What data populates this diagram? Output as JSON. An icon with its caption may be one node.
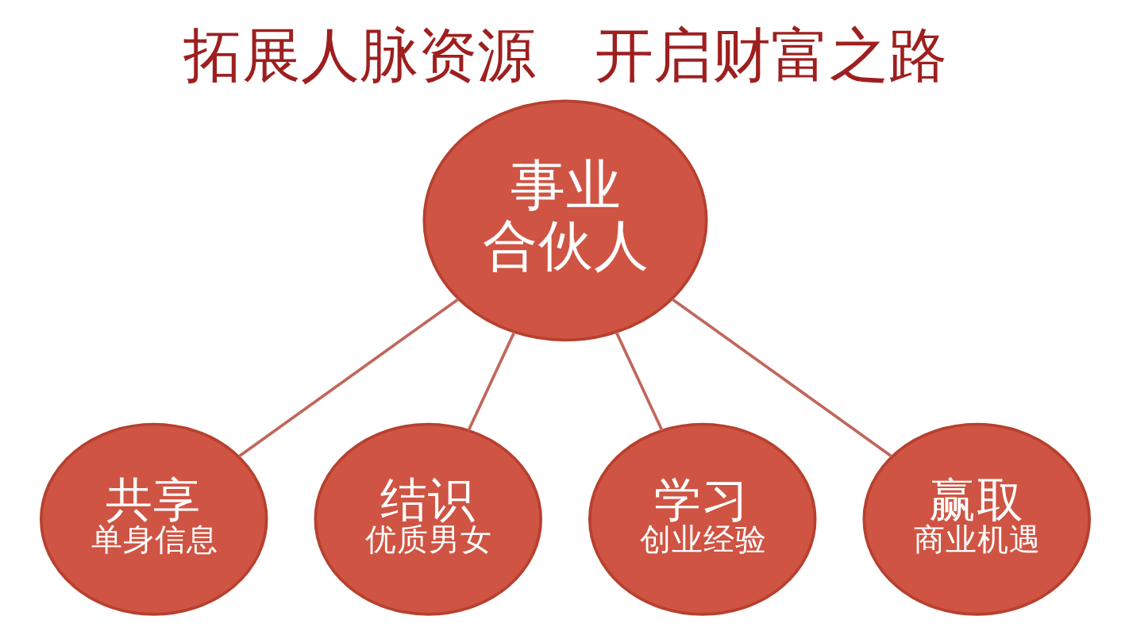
{
  "diagram": {
    "title": "拓展人脉资源　开启财富之路",
    "nodes": [
      {
        "text": [
          "事业合伙人"
        ]
      },
      {
        "text": [
          "共享",
          "单身信息"
        ]
      },
      {
        "text": [
          "结识",
          "优质男女"
        ]
      },
      {
        "text": [
          "学习",
          "创业经验"
        ]
      },
      {
        "text": [
          "赢取",
          "商业机遇"
        ]
      }
    ],
    "edges": [
      {
        "from": 0,
        "to": 1,
        "arrow": "none"
      },
      {
        "from": 0,
        "to": 2,
        "arrow": "none"
      },
      {
        "from": 0,
        "to": 3,
        "arrow": "none"
      },
      {
        "from": 0,
        "to": 4,
        "arrow": "none"
      }
    ]
  }
}
